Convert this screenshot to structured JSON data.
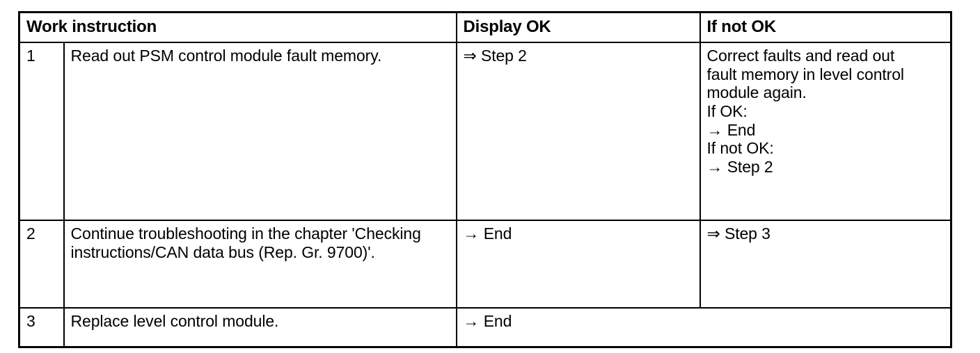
{
  "table": {
    "headers": {
      "work_instruction": "Work instruction",
      "display_ok": "Display OK",
      "if_not_ok": "If not OK"
    },
    "rows": [
      {
        "step": "1",
        "instruction": "Read out PSM control module fault memory.",
        "display_ok": "⇒ Step 2",
        "if_not_ok_lines": [
          "Correct faults and read out",
          "fault memory in level control",
          "module again.",
          "If OK:",
          "→ End",
          "If not OK:",
          "→ Step 2"
        ]
      },
      {
        "step": "2",
        "instruction": "Continue troubleshooting in the chapter 'Checking instructions/CAN data bus (Rep. Gr. 9700)'.",
        "display_ok": "→ End",
        "if_not_ok": "⇒ Step 3"
      },
      {
        "step": "3",
        "instruction": "Replace level control module.",
        "display_ok": "→ End",
        "if_not_ok": ""
      }
    ]
  },
  "colors": {
    "border": "#000000",
    "text": "#000000",
    "background": "#ffffff"
  }
}
